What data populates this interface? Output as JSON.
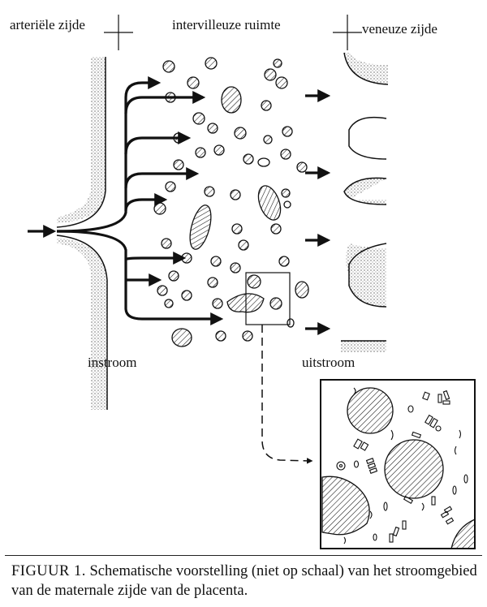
{
  "labels": {
    "arterial_side": "arteriële zijde",
    "intervillous_space": "intervilleuze ruimte",
    "venous_side": "veneuze zijde",
    "inflow": "instroom",
    "outflow": "uitstroom"
  },
  "caption": {
    "figure_number": "FIGUUR 1.",
    "text": "Schematische voorstelling (niet op schaal) van het stroomgebied van de maternale zijde van de placenta."
  },
  "colors": {
    "ink": "#111111",
    "background": "#ffffff"
  }
}
